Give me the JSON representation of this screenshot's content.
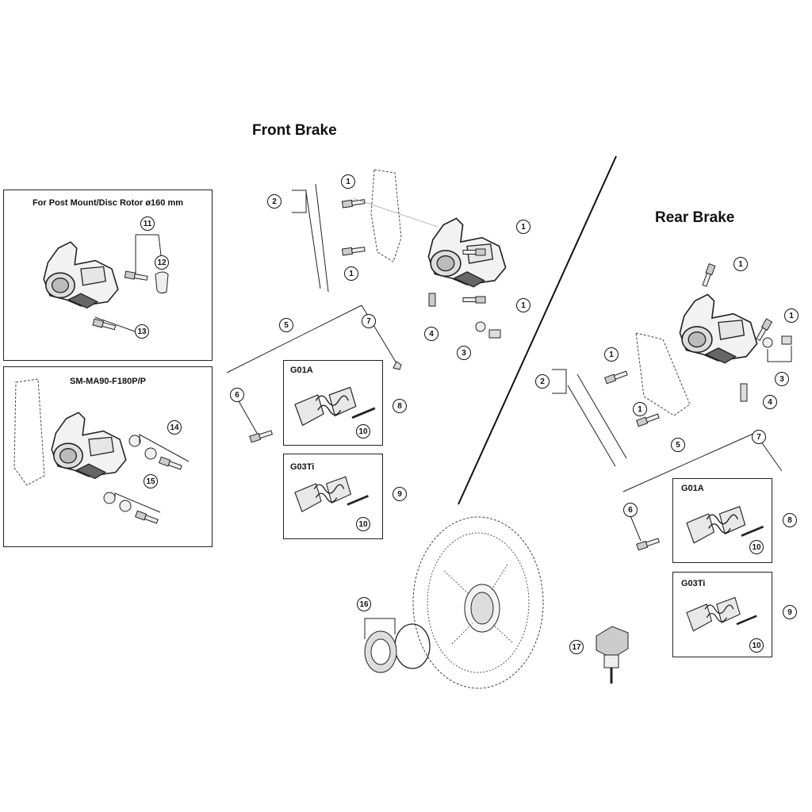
{
  "titles": {
    "front": "Front Brake",
    "rear": "Rear Brake"
  },
  "boxes": {
    "post_mount": "For Post Mount/Disc Rotor ø160 mm",
    "adapter": "SM-MA90-F180P/P"
  },
  "pads": {
    "front_g01a": "G01A",
    "front_g03ti": "G03Ti",
    "rear_g01a": "G01A",
    "rear_g03ti": "G03Ti"
  },
  "callouts": {
    "c1": "1",
    "c2": "2",
    "c3": "3",
    "c4": "4",
    "c5": "5",
    "c6": "6",
    "c7": "7",
    "c8": "8",
    "c9": "9",
    "c10": "10",
    "c11": "11",
    "c12": "12",
    "c13": "13",
    "c14": "14",
    "c15": "15",
    "c16": "16",
    "c17": "17"
  }
}
